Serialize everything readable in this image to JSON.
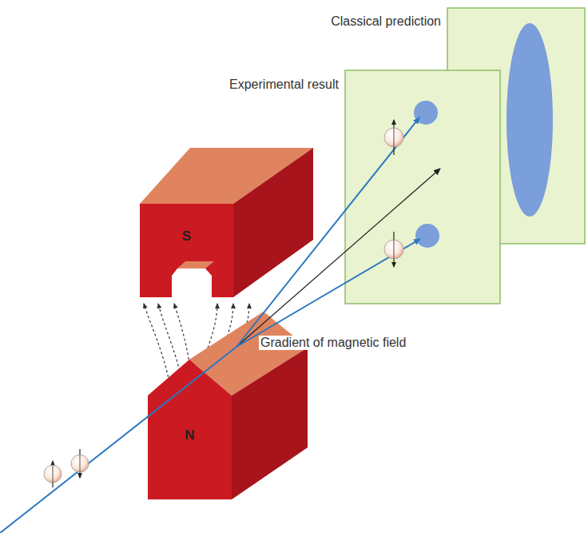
{
  "diagram": {
    "nodes": [
      {
        "text": [
          "Classical prediction"
        ]
      },
      {
        "text": [
          "Experimental result"
        ]
      },
      {
        "text": [
          "S"
        ]
      },
      {
        "text": [
          "N"
        ]
      }
    ],
    "labels": [
      "Gradient of magnetic field"
    ]
  }
}
